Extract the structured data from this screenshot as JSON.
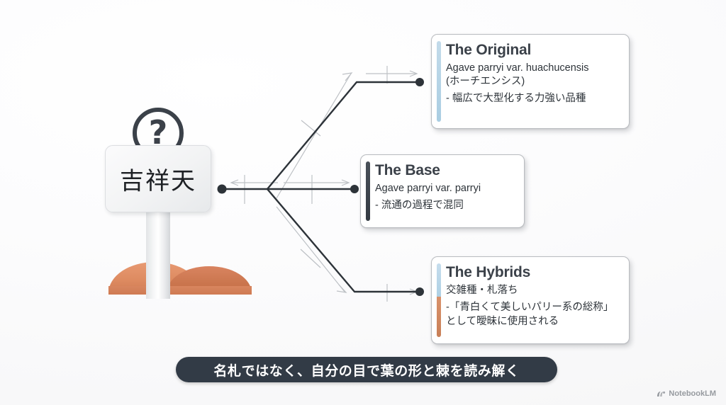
{
  "background_color": "#fdfdfd",
  "accent_colors": {
    "light_blue": "#b8d4e6",
    "charcoal": "#3b4149",
    "terracotta": "#d08a63",
    "caption_bg": "#323b46",
    "line": "#2d3339",
    "guide": "#b3b7bc"
  },
  "marker": {
    "question_icon": "question-mark-icon",
    "question_glyph": "?",
    "sign_label": "吉祥天",
    "soil_color": "#d98460"
  },
  "cards": [
    {
      "id": "original",
      "title": "The Original",
      "subtitle": "Agave parryi var. huachucensis\n(ホーチエンシス)",
      "note": "- 幅広で大型化する力強い品種",
      "accent": "light-blue"
    },
    {
      "id": "base",
      "title": "The Base",
      "subtitle": "Agave parryi var. parryi",
      "note": "- 流通の過程で混同",
      "accent": "charcoal"
    },
    {
      "id": "hybrids",
      "title": "The Hybrids",
      "subtitle": "交雑種・札落ち",
      "note": "-「青白くて美しいパリー系の総称」として曖昧に使用される",
      "accent": "blue-terracotta"
    }
  ],
  "caption": {
    "text": "名札ではなく、自分の目で葉の形と棘を読み解く"
  },
  "watermark": {
    "label": "NotebookLM",
    "icon": "notebooklm-logo-icon"
  }
}
